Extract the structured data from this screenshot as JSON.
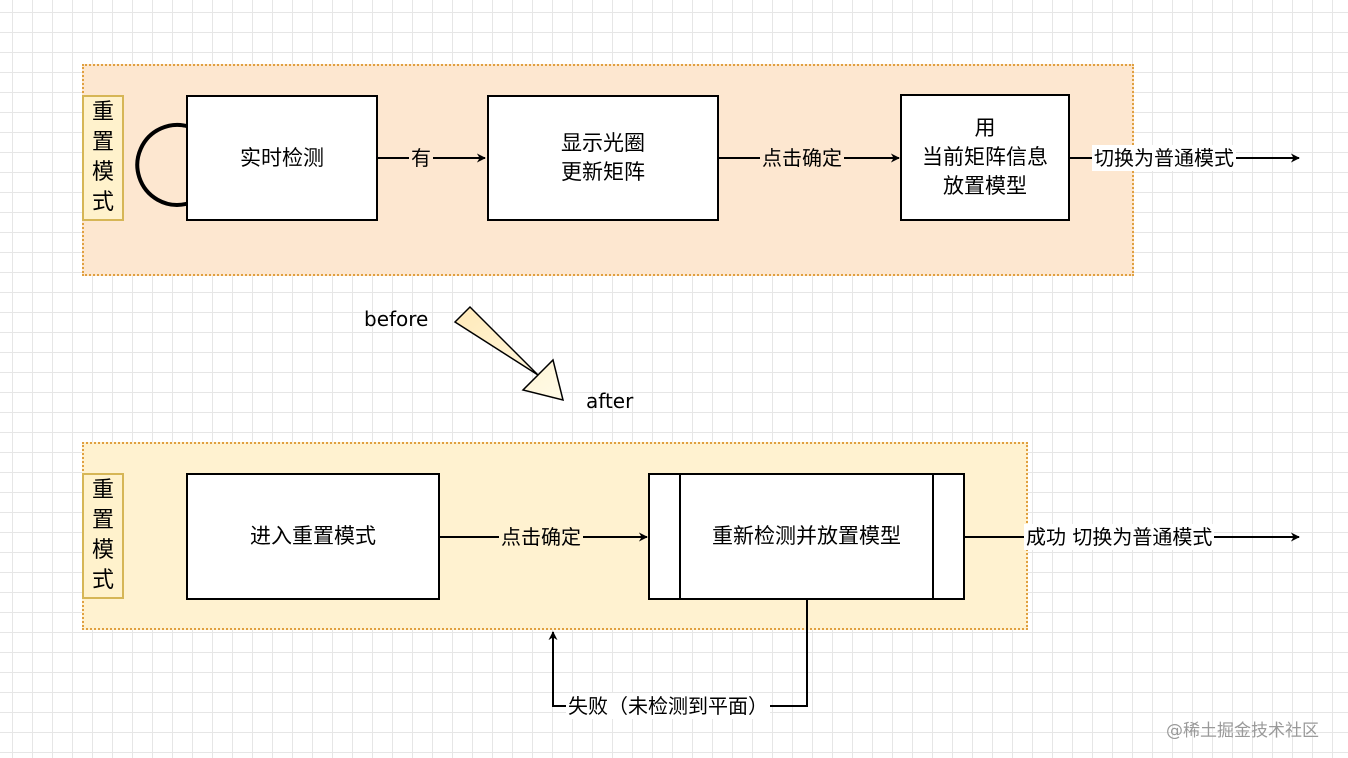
{
  "before": {
    "group_label": "重置模式",
    "nodes": {
      "detect": "实时检测",
      "show_ring": "显示光圈\n更新矩阵",
      "place": "用\n当前矩阵信息\n放置模型"
    },
    "edges": {
      "detect_to_ring": "有",
      "ring_to_place": "点击确定",
      "place_exit": "切换为普通模式"
    }
  },
  "transition": {
    "before_label": "before",
    "after_label": "after"
  },
  "after": {
    "group_label": "重置模式",
    "nodes": {
      "enter": "进入重置模式",
      "redetect": "重新检测并放置模型"
    },
    "edges": {
      "enter_to_redetect": "点击确定",
      "success_exit": "成功 切换为普通模式",
      "failure_loop": "失败（未检测到平面）"
    }
  },
  "watermark": "@稀土掘金技术社区"
}
